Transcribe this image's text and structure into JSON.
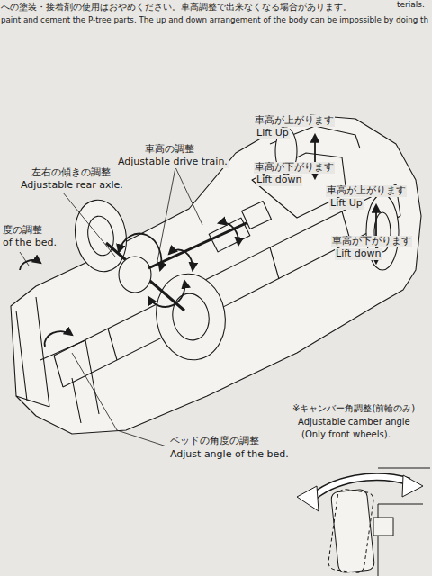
{
  "diagram": {
    "labels": [
      "への塗装・接着剤の使用はおやめください。車高調整で出来なくなる場合があります。",
      "terials.",
      "paint and cement the P-tree parts. The up and down arrangement of the body can be impossible by doing th",
      "車高の調整",
      "Adjustable drive train.",
      "左右の傾きの調整",
      "Adjustable rear axle.",
      "度の調整",
      "of the bed.",
      "車高が上がります",
      "Lift Up",
      "車高が下がります",
      "Lift down",
      "車高が上がります",
      "Lift Up",
      "車高が下がります",
      "Lift down",
      "ベッドの角度の調整",
      "Adjust angle of the bed.",
      "※キャンバー角調整(前輪のみ)",
      "Adjustable camber angle",
      "(Only front wheels)."
    ]
  }
}
